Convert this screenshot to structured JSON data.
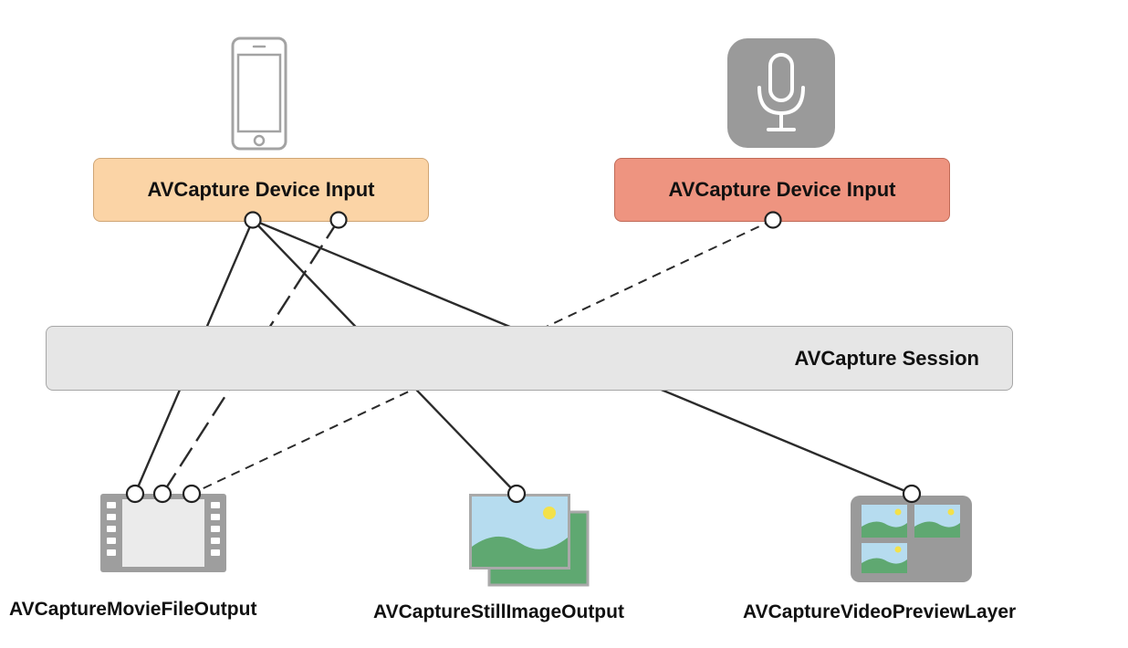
{
  "inputs": {
    "video": {
      "label": "AVCapture Device Input",
      "color": "#fbd4a6",
      "icon": "iphone-icon"
    },
    "audio": {
      "label": "AVCapture Device Input",
      "color": "#ee9480",
      "icon": "microphone-icon"
    }
  },
  "session": {
    "label": "AVCapture Session",
    "color": "#e6e6e6"
  },
  "outputs": {
    "movie_file": {
      "label": "AVCaptureMovieFileOutput",
      "icon": "film-strip-icon"
    },
    "still_image": {
      "label": "AVCaptureStillImageOutput",
      "icon": "photos-icon"
    },
    "video_preview": {
      "label": "AVCaptureVideoPreviewLayer",
      "icon": "preview-tiles-icon"
    }
  },
  "connections": [
    {
      "from": "video-input-port-1",
      "to": "movie-file-output-port-1",
      "style": "solid"
    },
    {
      "from": "video-input-port-1",
      "to": "still-image-output-port",
      "style": "solid"
    },
    {
      "from": "video-input-port-1",
      "to": "video-preview-port",
      "style": "solid"
    },
    {
      "from": "video-input-port-2",
      "to": "movie-file-output-port-2",
      "style": "long-dash"
    },
    {
      "from": "audio-input-port",
      "to": "movie-file-output-port-3",
      "style": "short-dash"
    }
  ]
}
